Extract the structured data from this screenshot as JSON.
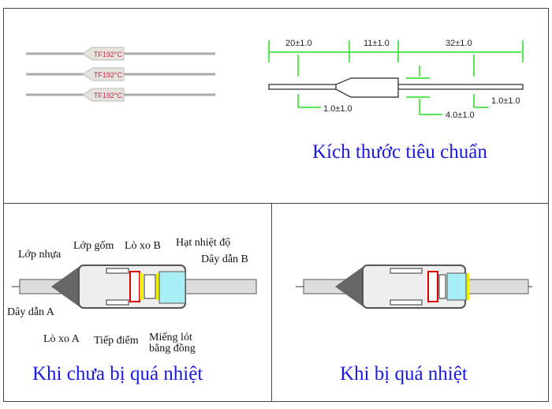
{
  "top": {
    "fuse_marking": "TF192°C",
    "dimensions": {
      "left_len": "20±1.0",
      "body_len": "11±1.0",
      "right_len": "32±1.0",
      "left_dia": "1.0±1.0",
      "right_dia": "1.0±1.0",
      "body_dia": "4.0±1.0"
    },
    "caption": "Kích thước tiêu chuẩn"
  },
  "normal": {
    "caption": "Khi chưa bị quá nhiệt",
    "labels": {
      "plastic": "Lớp nhựa",
      "ceramic": "Lớp gốm",
      "spring_b": "Lò xo B",
      "pellet": "Hạt nhiệt độ",
      "wire_b": "Dây dẫn B",
      "wire_a": "Dây dẫn A",
      "spring_a": "Lò xo A",
      "contact": "Tiếp điểm",
      "copper_1": "Miếng lót",
      "copper_2": "bằng đồng"
    }
  },
  "overheat": {
    "caption": "Khi bị quá nhiệt"
  }
}
